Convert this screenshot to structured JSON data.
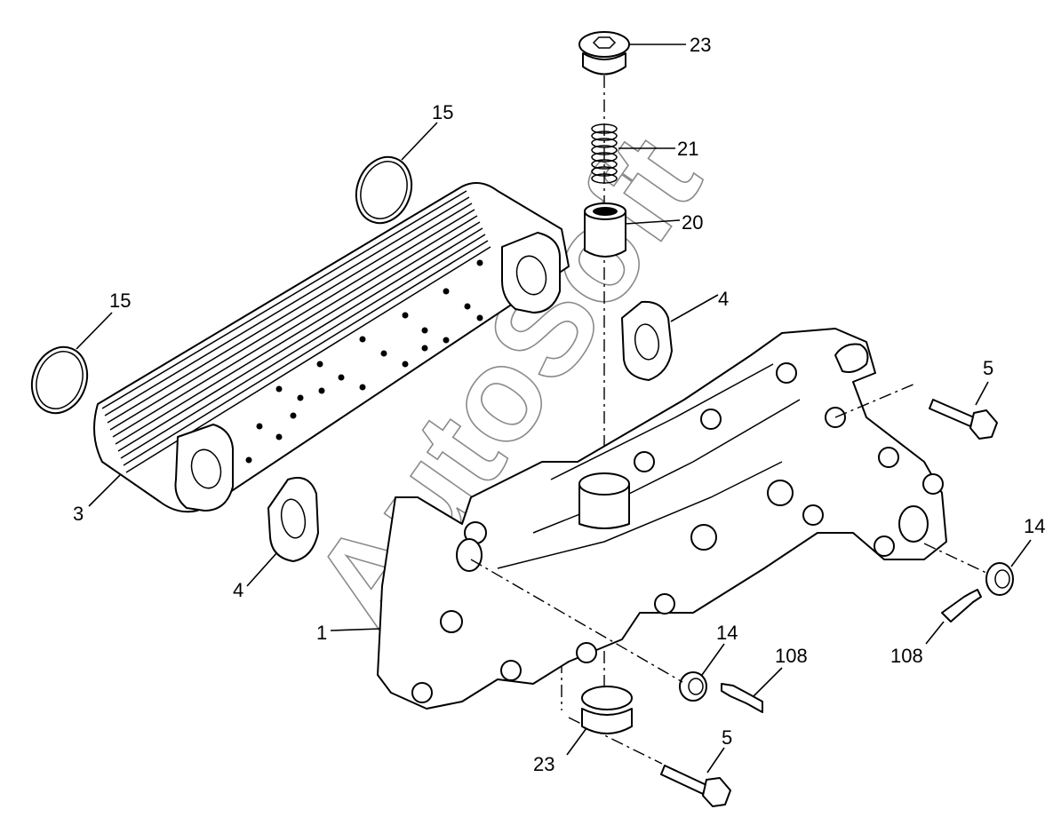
{
  "callouts": {
    "plug_top": "23",
    "spring": "21",
    "valve_piston": "20",
    "gasket_right": "4",
    "gasket_left": "4",
    "seal_ring_top": "15",
    "seal_ring_left": "15",
    "cooler_core": "3",
    "housing": "1",
    "bolt_right": "5",
    "bolt_bottom": "5",
    "plug_right": "14",
    "plug_bottom": "14",
    "sensor_right": "108",
    "sensor_bottom": "108",
    "plug_bottom_large": "23"
  },
  "watermark": "AutoSoft"
}
